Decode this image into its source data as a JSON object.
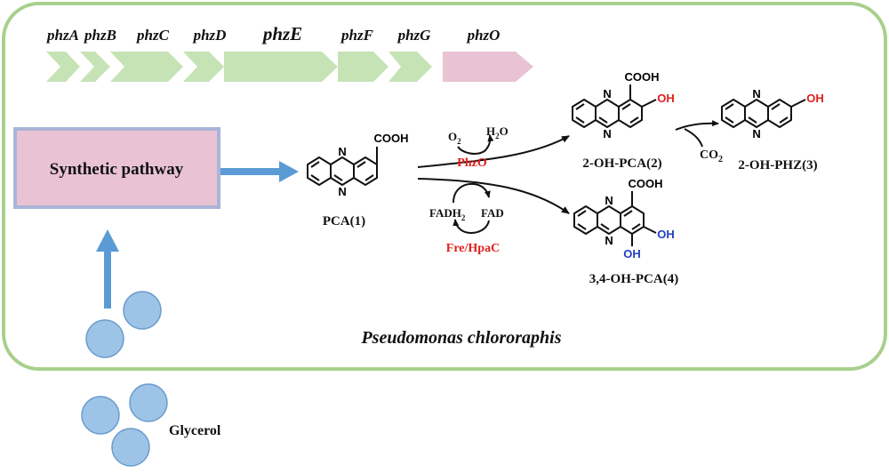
{
  "organism": "Pseudomonas chlororaphis",
  "genes": [
    {
      "label": "phzA",
      "color": "#c6e3b6"
    },
    {
      "label": "phzB",
      "color": "#c6e3b6"
    },
    {
      "label": "phzC",
      "color": "#c6e3b6"
    },
    {
      "label": "phzD",
      "color": "#c6e3b6"
    },
    {
      "label": "phzE",
      "color": "#c6e3b6"
    },
    {
      "label": "phzF",
      "color": "#c6e3b6"
    },
    {
      "label": "phzG",
      "color": "#c6e3b6"
    },
    {
      "label": "phzO",
      "color": "#e9c3d3"
    }
  ],
  "pathway_box": {
    "label": "Synthetic pathway",
    "fill": "#e9c3d3",
    "border": "#a9b4d8"
  },
  "substrate": "Glycerol",
  "arrow_color": "#5b9bd5",
  "frame_color": "#a8d08d",
  "compounds": {
    "pca": "PCA(1)",
    "oh_pca": "2-OH-PCA(2)",
    "oh_phz": "2-OH-PHZ(3)",
    "dioh_pca": "3,4-OH-PCA(4)"
  },
  "groups": {
    "cooh": "COOH",
    "oh": "OH",
    "n": "N"
  },
  "reaction_upper": {
    "in": "O",
    "in_sub": "2",
    "out": "H",
    "out_sub": "2",
    "out_tail": "O",
    "enzyme": "PhzO",
    "enzyme_color": "#e0201c"
  },
  "reaction_lower": {
    "in": "FADH",
    "in_sub": "2",
    "out": "FAD",
    "enzyme": "Fre/HpaC",
    "enzyme_color": "#e0201c"
  },
  "decarboxylation": {
    "product": "CO",
    "product_sub": "2"
  },
  "oh_colors": {
    "red": "#e0201c",
    "blue": "#1f3fbf"
  }
}
